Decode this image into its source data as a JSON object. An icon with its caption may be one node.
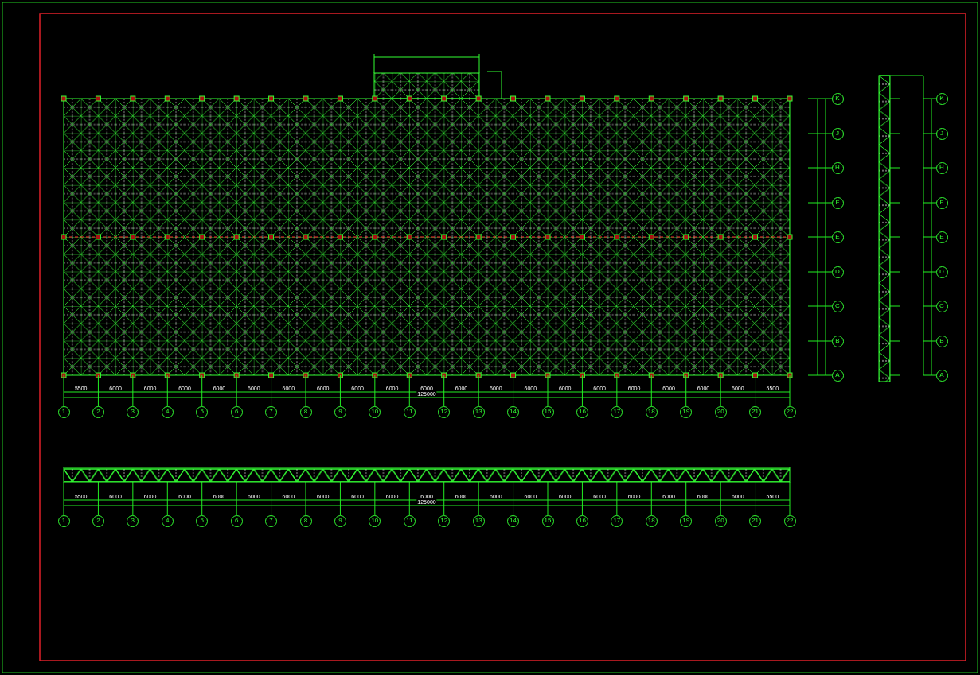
{
  "diagram": {
    "nodes": [
      {
        "text": [
          "1"
        ]
      },
      {
        "text": [
          "2"
        ]
      },
      {
        "text": [
          "3"
        ]
      },
      {
        "text": [
          "4"
        ]
      },
      {
        "text": [
          "5"
        ]
      },
      {
        "text": [
          "6"
        ]
      },
      {
        "text": [
          "7"
        ]
      },
      {
        "text": [
          "8"
        ]
      },
      {
        "text": [
          "9"
        ]
      },
      {
        "text": [
          "10"
        ]
      },
      {
        "text": [
          "11"
        ]
      },
      {
        "text": [
          "12"
        ]
      },
      {
        "text": [
          "13"
        ]
      },
      {
        "text": [
          "14"
        ]
      },
      {
        "text": [
          "15"
        ]
      },
      {
        "text": [
          "16"
        ]
      },
      {
        "text": [
          "17"
        ]
      },
      {
        "text": [
          "18"
        ]
      },
      {
        "text": [
          "19"
        ]
      },
      {
        "text": [
          "20"
        ]
      },
      {
        "text": [
          "21"
        ]
      },
      {
        "text": [
          "22"
        ]
      },
      {
        "text": [
          "1"
        ]
      },
      {
        "text": [
          "2"
        ]
      },
      {
        "text": [
          "3"
        ]
      },
      {
        "text": [
          "4"
        ]
      },
      {
        "text": [
          "5"
        ]
      },
      {
        "text": [
          "6"
        ]
      },
      {
        "text": [
          "7"
        ]
      },
      {
        "text": [
          "8"
        ]
      },
      {
        "text": [
          "9"
        ]
      },
      {
        "text": [
          "10"
        ]
      },
      {
        "text": [
          "11"
        ]
      },
      {
        "text": [
          "12"
        ]
      },
      {
        "text": [
          "13"
        ]
      },
      {
        "text": [
          "14"
        ]
      },
      {
        "text": [
          "15"
        ]
      },
      {
        "text": [
          "16"
        ]
      },
      {
        "text": [
          "17"
        ]
      },
      {
        "text": [
          "18"
        ]
      },
      {
        "text": [
          "19"
        ]
      },
      {
        "text": [
          "20"
        ]
      },
      {
        "text": [
          "21"
        ]
      },
      {
        "text": [
          "22"
        ]
      },
      {
        "text": [
          "K"
        ]
      },
      {
        "text": [
          "J"
        ]
      },
      {
        "text": [
          "H"
        ]
      },
      {
        "text": [
          "F"
        ]
      },
      {
        "text": [
          "E"
        ]
      },
      {
        "text": [
          "D"
        ]
      },
      {
        "text": [
          "C"
        ]
      },
      {
        "text": [
          "B"
        ]
      },
      {
        "text": [
          "A"
        ]
      },
      {
        "text": [
          "K"
        ]
      },
      {
        "text": [
          "J"
        ]
      },
      {
        "text": [
          "H"
        ]
      },
      {
        "text": [
          "F"
        ]
      },
      {
        "text": [
          "E"
        ]
      },
      {
        "text": [
          "D"
        ]
      },
      {
        "text": [
          "C"
        ]
      },
      {
        "text": [
          "B"
        ]
      },
      {
        "text": [
          "A"
        ]
      }
    ],
    "labels": [
      "5500",
      "6000",
      "6000",
      "6000",
      "6000",
      "6000",
      "6000",
      "6000",
      "6000",
      "6000",
      "6000",
      "6000",
      "6000",
      "6000",
      "6000",
      "6000",
      "6000",
      "6000",
      "6000",
      "6000",
      "5500",
      "125000",
      "5500",
      "6000",
      "6000",
      "6000",
      "6000",
      "6000",
      "6000",
      "6000",
      "6000",
      "6000",
      "6000",
      "6000",
      "6000",
      "6000",
      "6000",
      "6000",
      "6000",
      "6000",
      "6000",
      "6000",
      "5500",
      "125000"
    ]
  }
}
